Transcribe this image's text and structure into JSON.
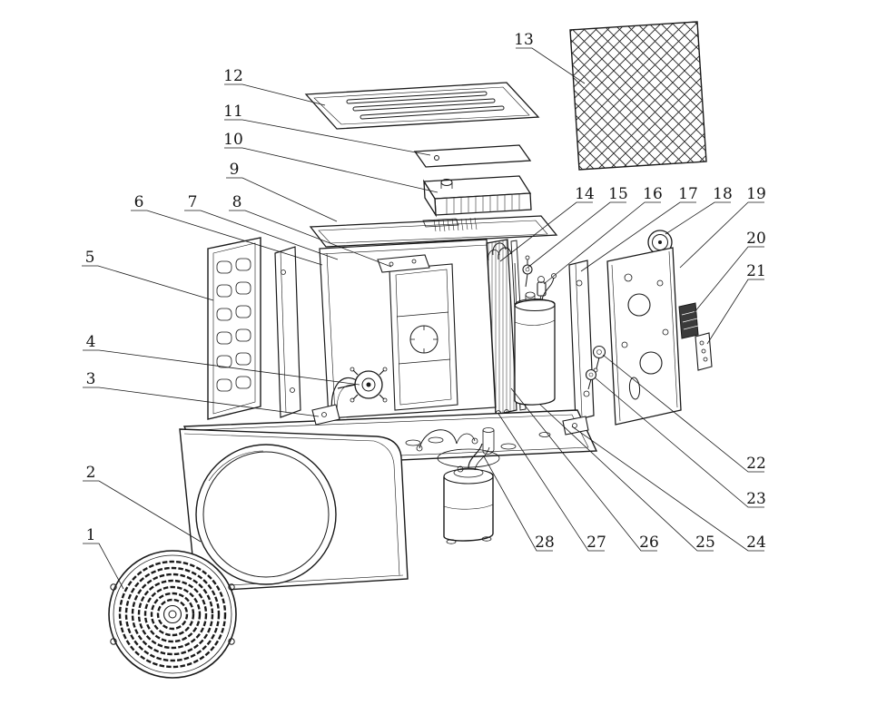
{
  "diagram": {
    "kind": "exploded-parts-diagram",
    "background_color": "#ffffff",
    "line_color": "#1a1a1a",
    "labels": [
      "1",
      "2",
      "3",
      "4",
      "5",
      "6",
      "7",
      "8",
      "9",
      "10",
      "11",
      "12",
      "13",
      "14",
      "15",
      "16",
      "17",
      "18",
      "19",
      "20",
      "21",
      "22",
      "23",
      "24",
      "25",
      "26",
      "27",
      "28"
    ]
  }
}
